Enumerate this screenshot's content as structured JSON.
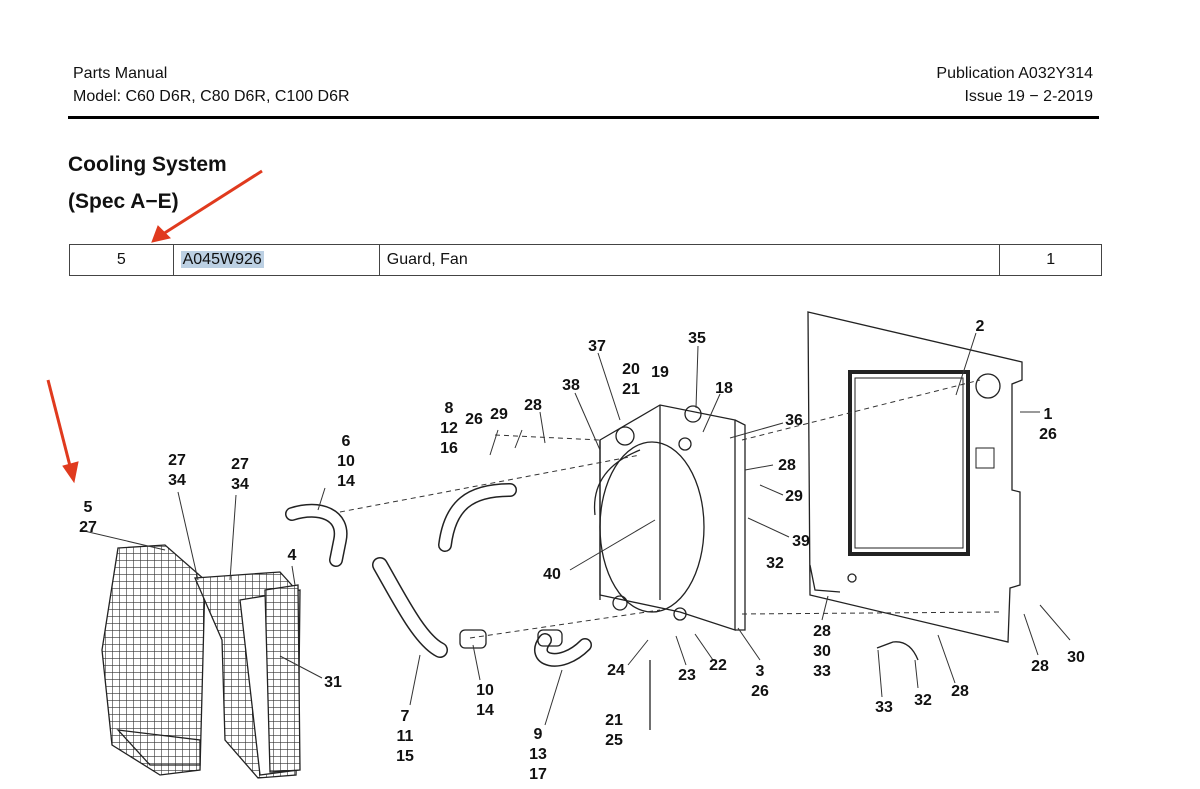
{
  "header": {
    "manual": "Parts Manual",
    "model": "Model: C60 D6R, C80 D6R, C100 D6R",
    "publication": "Publication A032Y314",
    "issue": "Issue 19 − 2-2019"
  },
  "section": {
    "title": "Cooling System",
    "spec": "(Spec A−E)"
  },
  "parts_row": {
    "item": "5",
    "part_number": "A045W926",
    "description": "Guard, Fan",
    "quantity": "1"
  },
  "annotation_color": "#e03a1e",
  "callouts": {
    "c1": "2",
    "c2": "1",
    "c3": "26",
    "c4": "35",
    "c5": "37",
    "c6": "20",
    "c7": "21",
    "c8": "19",
    "c9": "18",
    "c10": "38",
    "c11": "36",
    "c12": "28",
    "c13": "29",
    "c14": "39",
    "c15": "8",
    "c16": "12",
    "c17": "16",
    "c18": "26",
    "c19": "29",
    "c20": "28",
    "c21": "6",
    "c22": "10",
    "c23": "14",
    "c24": "27",
    "c25": "34",
    "c26": "27",
    "c27": "34",
    "c28": "5",
    "c29": "27",
    "c30": "4",
    "c31": "31",
    "c32": "40",
    "c33": "32",
    "c34": "28",
    "c35": "30",
    "c36": "33",
    "c37": "28",
    "c38": "30",
    "c39": "24",
    "c40": "23",
    "c41": "22",
    "c42": "3",
    "c43": "26",
    "c44": "10",
    "c45": "14",
    "c46": "7",
    "c47": "11",
    "c48": "15",
    "c49": "9",
    "c50": "13",
    "c51": "17",
    "c52": "21",
    "c53": "25",
    "c54": "33",
    "c55": "32",
    "c56": "28"
  }
}
